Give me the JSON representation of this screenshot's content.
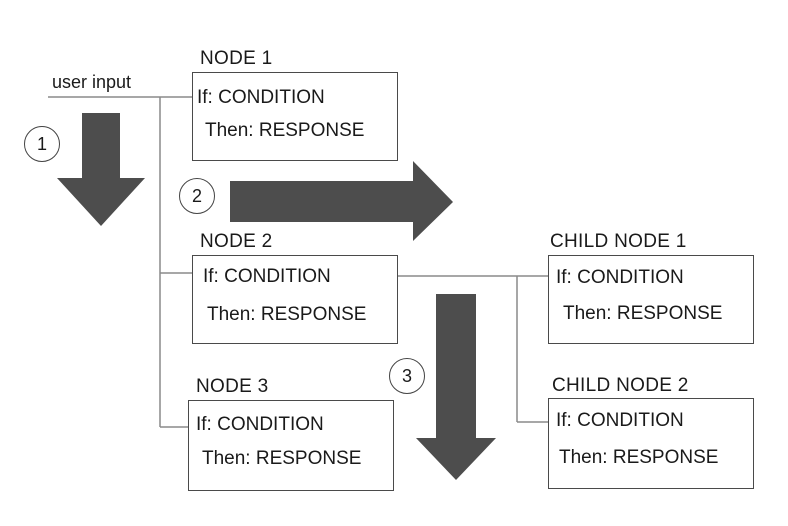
{
  "input_label": "user input",
  "nodes": {
    "node1": {
      "title": "NODE 1",
      "if_text": "If: CONDITION",
      "then_text": "Then: RESPONSE"
    },
    "node2": {
      "title": "NODE 2",
      "if_text": "If: CONDITION",
      "then_text": "Then: RESPONSE"
    },
    "node3": {
      "title": "NODE 3",
      "if_text": "If: CONDITION",
      "then_text": "Then: RESPONSE"
    },
    "child1": {
      "title": "CHILD NODE 1",
      "if_text": "If: CONDITION",
      "then_text": "Then: RESPONSE"
    },
    "child2": {
      "title": "CHILD NODE 2",
      "if_text": "If: CONDITION",
      "then_text": "Then: RESPONSE"
    }
  },
  "steps": [
    "1",
    "2",
    "3"
  ],
  "colors": {
    "arrow": "#4d4d4d",
    "line": "#8a8a8a",
    "border": "#4a4a4a"
  }
}
